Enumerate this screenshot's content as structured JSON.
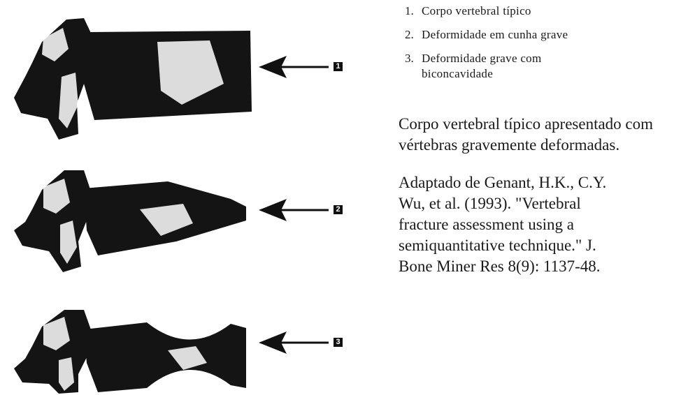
{
  "figure": {
    "markers": [
      "1",
      "2",
      "3"
    ],
    "fill_color": "#141414",
    "speckle_color": "#ffffff"
  },
  "legend": {
    "items": [
      {
        "num": "1.",
        "text": "Corpo vertebral típico"
      },
      {
        "num": "2.",
        "text": "Deformidade em cunha grave"
      },
      {
        "num": "3.",
        "text": "Deformidade grave com biconcavidade"
      }
    ]
  },
  "caption": "Corpo vertebral típico apresentado com vértebras gravemente deformadas.",
  "reference": {
    "lines": [
      "Adaptado de Genant, H.K., C.Y.",
      "Wu, et al. (1993). \"Vertebral",
      "fracture assessment using a",
      "semiquantitative technique.\" J.",
      "Bone Miner Res 8(9): 1137-48."
    ]
  }
}
